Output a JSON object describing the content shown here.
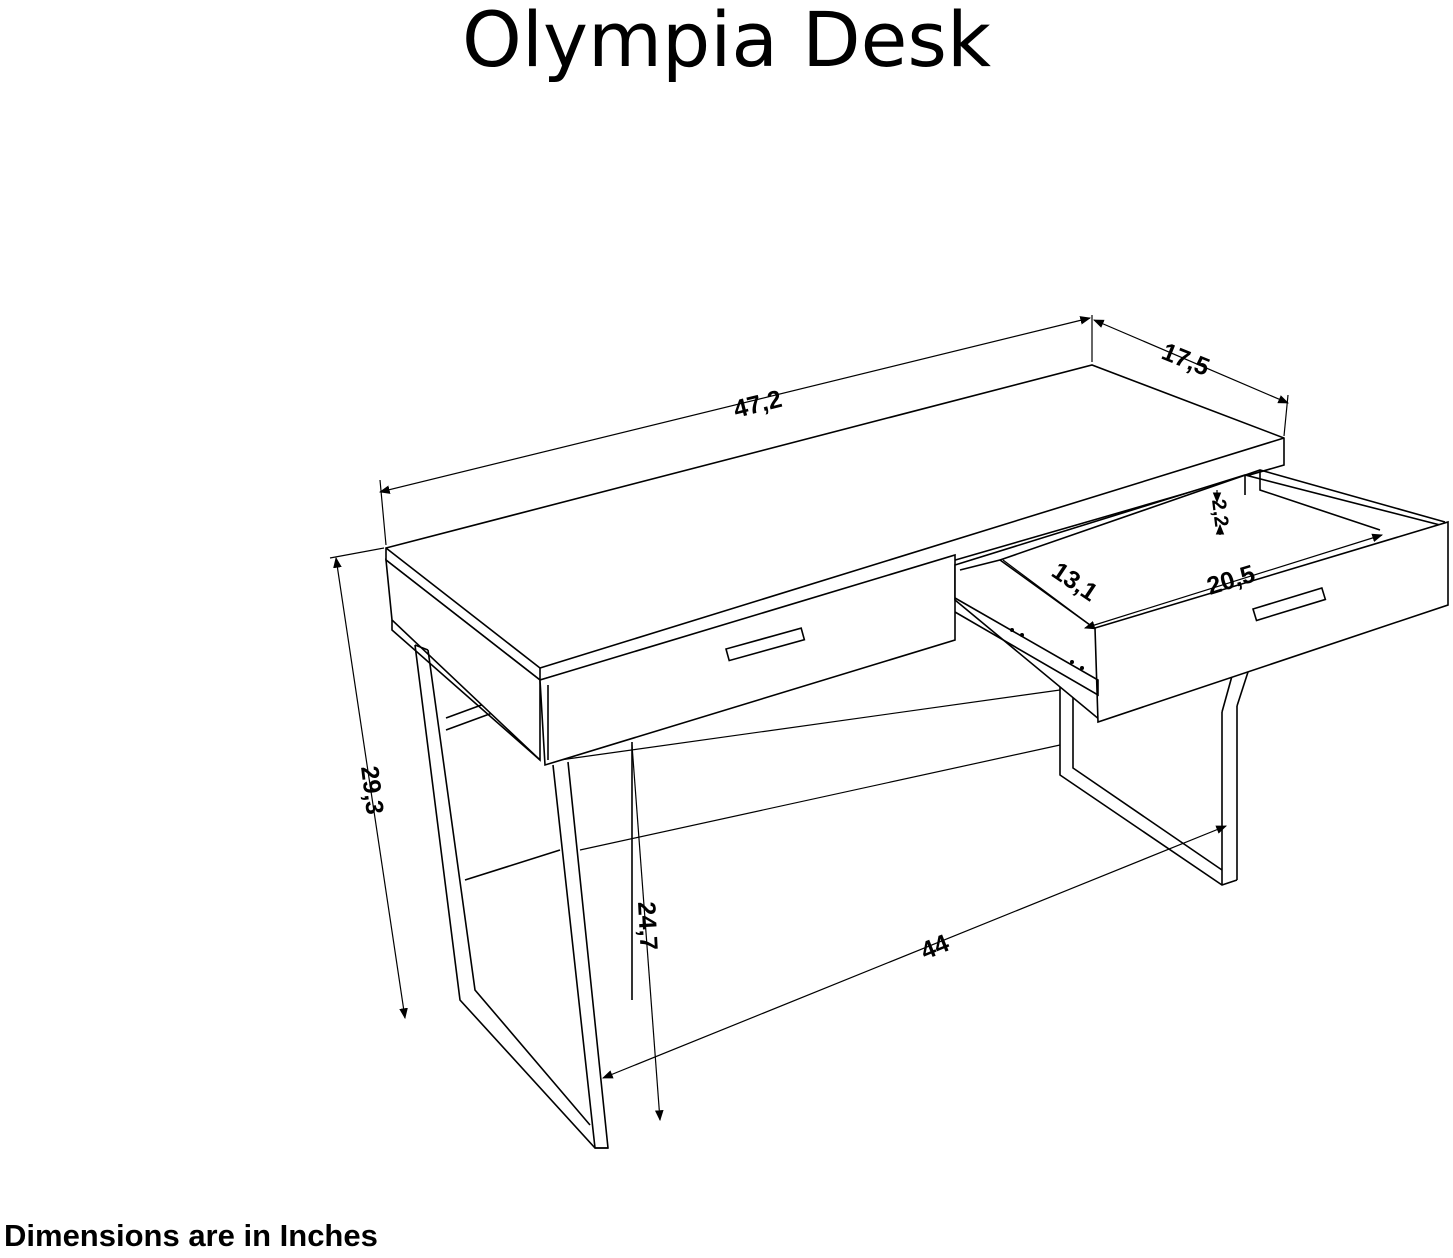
{
  "title": "Olympia Desk",
  "footnote": "Dimensions are in Inches",
  "dimensions": {
    "width": "47,2",
    "depth": "17,5",
    "height": "29,3",
    "leg_inner_height": "24,7",
    "leg_span": "44",
    "drawer_width": "20,5",
    "drawer_depth": "13,1",
    "drawer_height": "2,2"
  }
}
